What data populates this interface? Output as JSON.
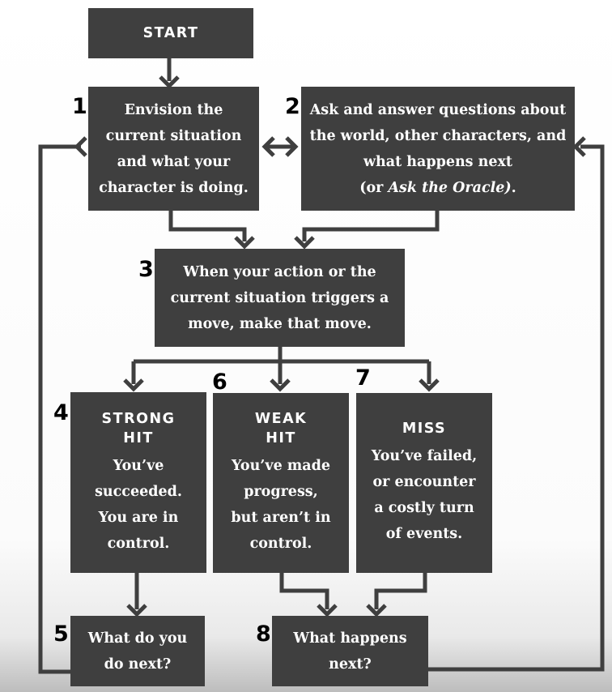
{
  "start": {
    "label": "START"
  },
  "steps": [
    {
      "number": "1",
      "text": "Envision the\ncurrent situation\nand what your\ncharacter is doing."
    },
    {
      "number": "2",
      "text_before": "Ask and answer questions about\nthe world, other characters, and\nwhat happens next\n(or ",
      "text_italic": "Ask the Oracle)",
      "text_after": "."
    },
    {
      "number": "3",
      "text": "When your action or the\ncurrent situation triggers a\nmove, make that move."
    },
    {
      "number": "4",
      "heading": "STRONG\nHIT",
      "text": "You’ve\nsucceeded.\nYou are in\ncontrol."
    },
    {
      "number": "6",
      "heading": "WEAK\nHIT",
      "text": "You’ve made\nprogress,\nbut aren’t in\ncontrol."
    },
    {
      "number": "7",
      "heading": "MISS",
      "text": "You’ve failed,\nor encounter\na costly turn\nof events."
    },
    {
      "number": "5",
      "text": "What do you\ndo next?"
    },
    {
      "number": "8",
      "text": "What happens\nnext?"
    }
  ],
  "colors": {
    "box": "#3f3f3f",
    "box_text": "#ffffff",
    "line": "#3f3f3f",
    "number": "#000000"
  }
}
